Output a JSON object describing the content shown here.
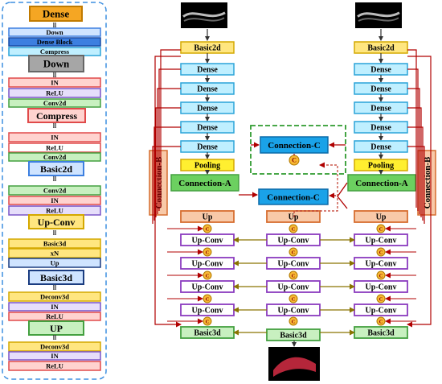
{
  "colors": {
    "orange": "#f5a623",
    "blue": "#3d7fe0",
    "blue_light": "#cfe4ff",
    "cyan": "#bfefff",
    "cyan_border": "#2aa4d8",
    "gray": "#a6a6a6",
    "pink": "#ffd3cf",
    "pink_border": "#e04a4a",
    "lavender": "#e6defa",
    "lavender_border": "#7a55c7",
    "green": "#c8f0c0",
    "green_border": "#44a040",
    "green_solid": "#6cd060",
    "yellow": "#ffe680",
    "yellow_border": "#d4a800",
    "salmon": "#f8c9a8",
    "salmon_border": "#d66d2f",
    "purple_border": "#8a3bbf",
    "connC": "#1aa2e8",
    "arrow_dark": "#8b0000",
    "arrow_olive": "#8a7300",
    "dash_blue": "#3d8fe0",
    "dash_green": "#2f9b2f"
  },
  "legend": {
    "dense_title": "Dense",
    "dense_items": [
      "Down",
      "Dense Block",
      "Compress"
    ],
    "down_title": "Down",
    "down_items": [
      "IN",
      "ReLU",
      "Conv2d"
    ],
    "compress_title": "Compress",
    "compress_items": [
      "IN",
      "ReLU",
      "Conv2d"
    ],
    "basic2d_title": "Basic2d",
    "basic2d_items": [
      "Conv2d",
      "IN",
      "ReLU"
    ],
    "upconv_title": "Up-Conv",
    "upconv_items": [
      "Basic3d",
      "xN",
      "Up"
    ],
    "basic3d_title": "Basic3d",
    "basic3d_items": [
      "Deconv3d",
      "IN",
      "ReLU"
    ],
    "up_title": "UP",
    "up_items": [
      "Deconv3d",
      "IN",
      "ReLU"
    ],
    "equals": "ll"
  },
  "net": {
    "basic2d": "Basic2d",
    "dense": "Dense",
    "pooling": "Pooling",
    "connA": "Connection-A",
    "connB": "Connection-B",
    "connC": "Connection-C",
    "up": "Up",
    "upconv": "Up-Conv",
    "basic3d": "Basic3d",
    "concat": "C"
  }
}
